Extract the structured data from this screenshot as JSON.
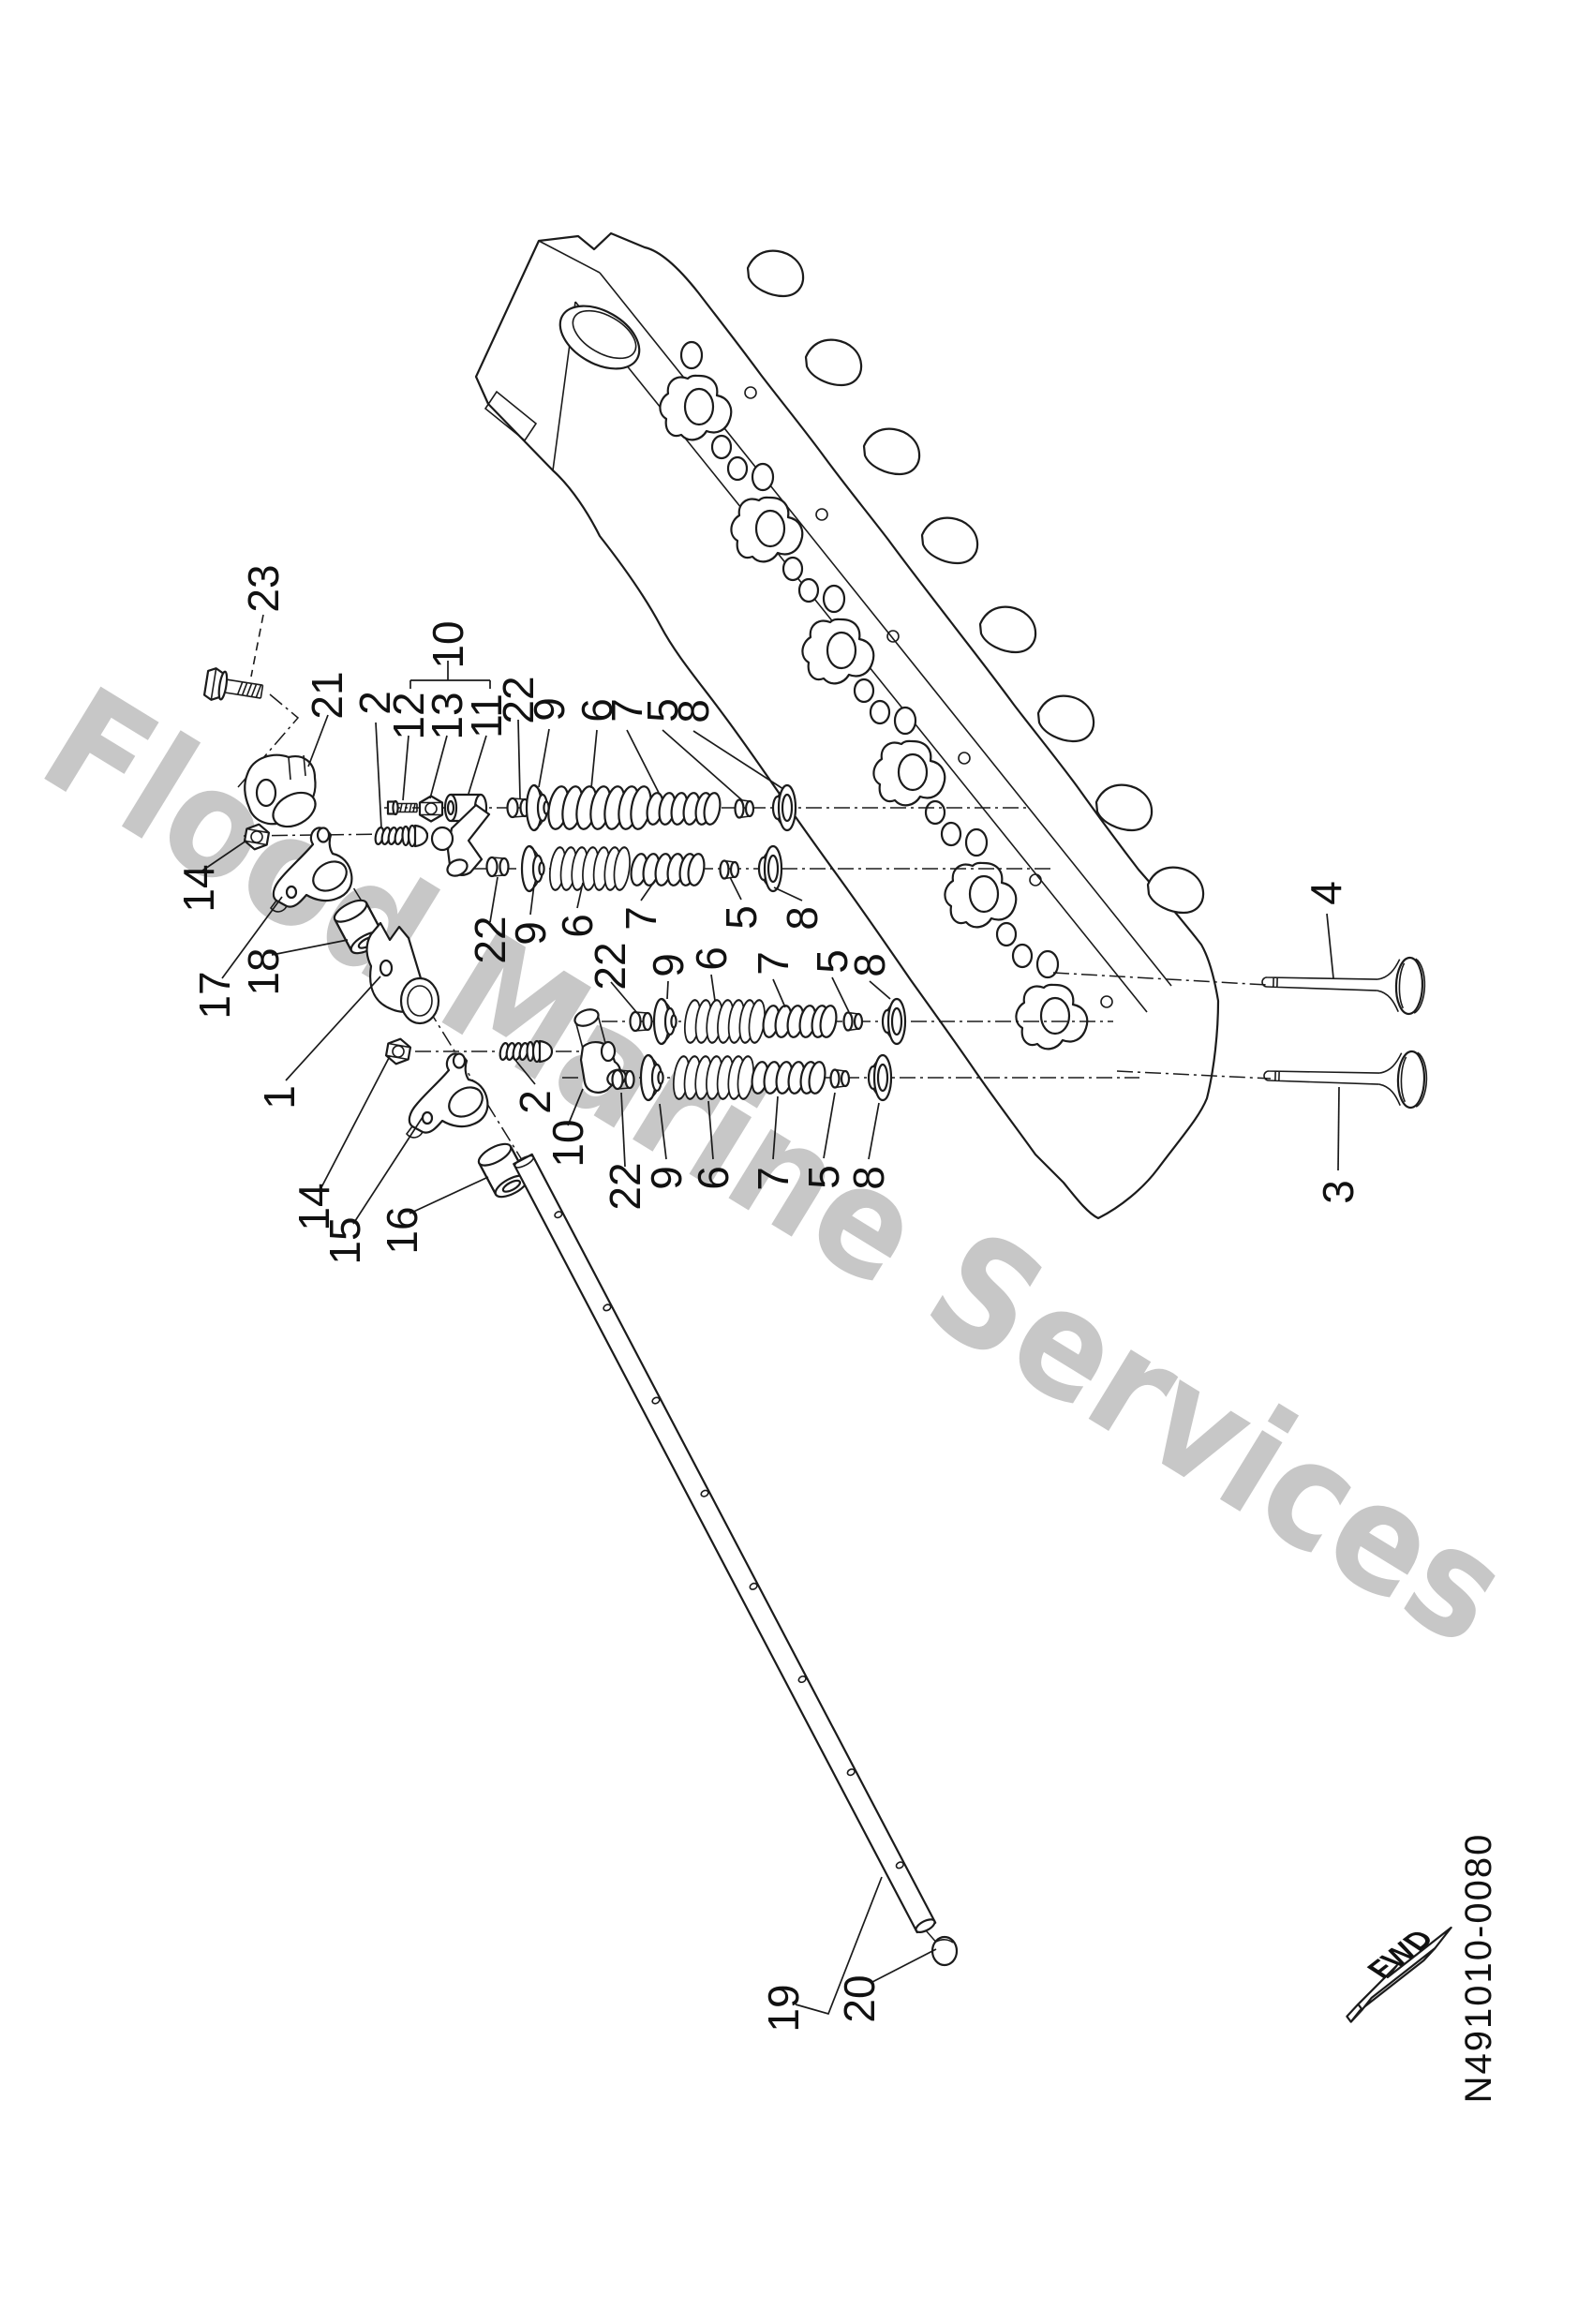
{
  "watermark": "Flood Marine Services",
  "drawing_number": "N491010-0080",
  "fwd_label": "FWD",
  "callouts": {
    "c23": "23",
    "c21": "21",
    "c2a": "2",
    "c12": "12",
    "c13": "13",
    "c10a": "10",
    "c11": "11",
    "c22a": "22",
    "c9a": "9",
    "c6a": "6",
    "c7a": "7",
    "c5a": "5",
    "c8a": "8",
    "c14a": "14",
    "c17": "17",
    "c18": "18",
    "c22b": "22",
    "c9b": "9",
    "c6b": "6",
    "c7b": "7",
    "c5b": "5",
    "c8b": "8",
    "c1": "1",
    "c14b": "14",
    "c15": "15",
    "c16": "16",
    "c2d": "2",
    "c10d": "10",
    "c22c": "22",
    "c9c": "9",
    "c6c": "6",
    "c7c": "7",
    "c5c": "5",
    "c8c": "8",
    "c22d": "22",
    "c9d": "9",
    "c6d": "6",
    "c7d": "7",
    "c5d": "5",
    "c8d": "8",
    "c4": "4",
    "c3": "3",
    "c19": "19",
    "c20": "20"
  }
}
